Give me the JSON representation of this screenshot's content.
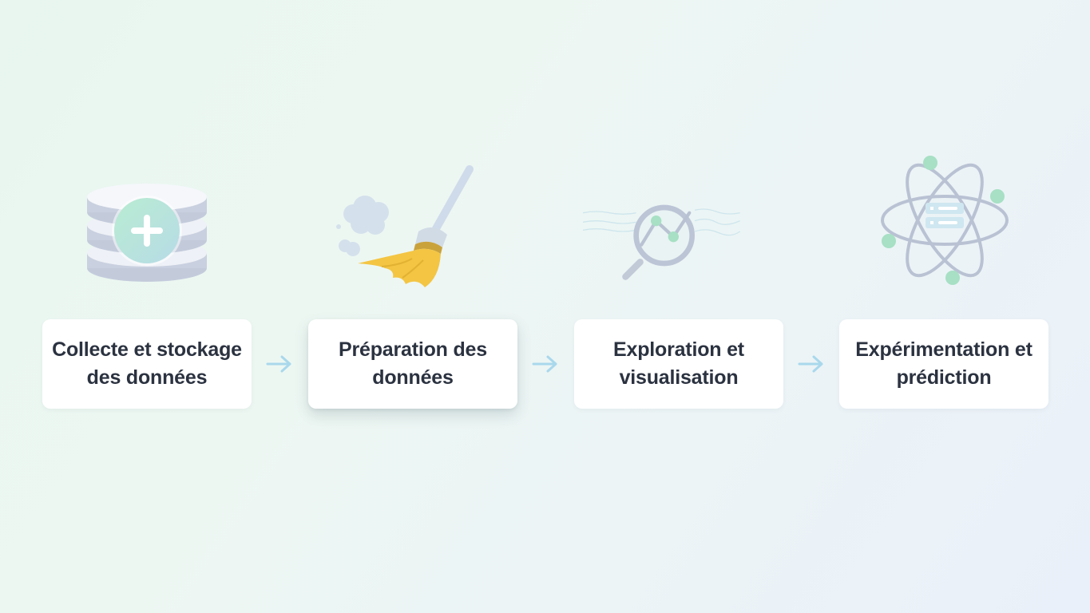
{
  "steps": [
    {
      "label": "Collecte et stockage\ndes données",
      "icon": "database-add-icon"
    },
    {
      "label": "Préparation des\ndonnées",
      "icon": "broom-icon"
    },
    {
      "label": "Exploration et\nvisualisation",
      "icon": "magnifier-chart-icon"
    },
    {
      "label": "Expérimentation et\nprédiction",
      "icon": "atom-server-icon"
    }
  ],
  "connector_icon": "arrow-right-icon",
  "colors": {
    "card_text": "#2b3240",
    "arrow": "#a9d8ec",
    "accent_green": "#9fe0bf",
    "accent_yellow": "#f3c543",
    "icon_grey": "#b9c2d3"
  }
}
